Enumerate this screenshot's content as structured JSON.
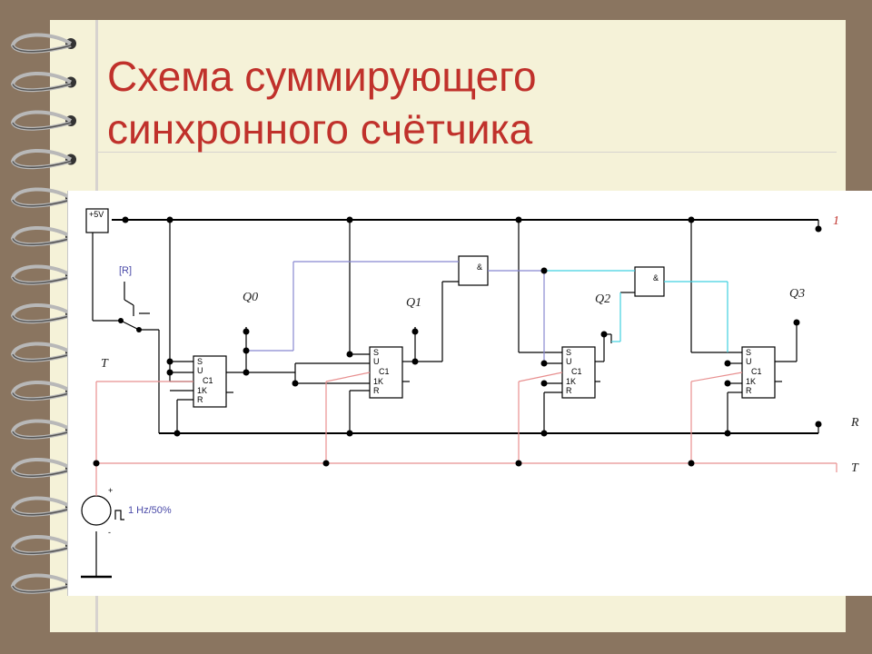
{
  "slide": {
    "title_line1": "Схема суммирующего",
    "title_line2": "синхронного счётчика"
  },
  "schematic": {
    "power_label": "+5V",
    "switch_label": "[R]",
    "clock_label": "1 Hz/50%",
    "plus_sign": "+",
    "minus_sign": "-",
    "and_gate_symbol": "&",
    "output_labels": [
      "Q0",
      "Q1",
      "Q2",
      "Q3"
    ],
    "bus_labels": {
      "one": "1",
      "reset": "R",
      "clock": "T"
    },
    "left_clock_label": "T",
    "flipflop_pins": [
      "S",
      "U",
      "C1",
      "1K",
      "R"
    ]
  },
  "colors": {
    "title": "#c0312b",
    "wire": "#000000",
    "clock_wire": "#e89090",
    "blue_wire": "#8888d0",
    "cyan_wire": "#40d0e0",
    "paper": "#f5f2d8",
    "frame": "#8a7560"
  }
}
